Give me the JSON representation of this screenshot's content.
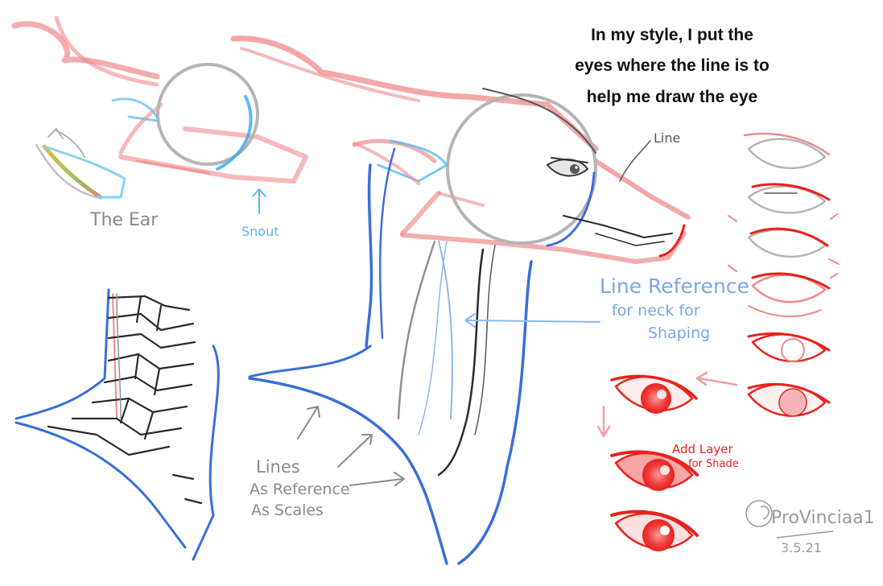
{
  "heading": {
    "line1": "In my style, I put the",
    "line2": "eyes where the line is to",
    "line3": "help me draw the eye"
  },
  "labels": {
    "ear": "The Ear",
    "snout": "Snout",
    "line": "Line",
    "line_reference_1": "Line Reference",
    "line_reference_2": "for neck for",
    "line_reference_3": "Shaping",
    "lines_1": "Lines",
    "lines_2": "As Reference",
    "lines_3": "As Scales",
    "add_layer_1": "Add Layer",
    "add_layer_2": "for Shade"
  },
  "signature": {
    "name": "ProVinciaa1",
    "date": "3.5.21"
  },
  "colors": {
    "sketch_red": "#f08a8a",
    "circle_gray": "#b5b5b5",
    "neck_blue": "#3a6fd8",
    "light_blue": "#8ab8ec",
    "eye_red": "#e8221c",
    "dark_line": "#2a2a2a",
    "label_gray": "#8a8a8a",
    "label_blue": "#7aa6e6"
  }
}
